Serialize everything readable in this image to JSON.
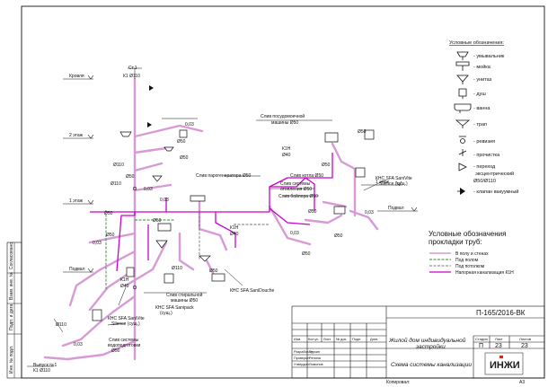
{
  "legend": {
    "title": "Условные обозначения:",
    "items": [
      {
        "label": "- умывальник",
        "icon": "washbasin-icon"
      },
      {
        "label": "- мойка",
        "icon": "sink-icon"
      },
      {
        "label": "- унитаз",
        "icon": "toilet-icon"
      },
      {
        "label": "- душ",
        "icon": "shower-icon"
      },
      {
        "label": "- ванна",
        "icon": "bathtub-icon"
      },
      {
        "label": "- трап",
        "icon": "floor-drain-icon"
      },
      {
        "label": "- ревизия",
        "icon": "revision-icon"
      },
      {
        "label": "- прочистка",
        "icon": "cleanout-icon"
      },
      {
        "label": "- переход",
        "icon": "transition-icon"
      },
      {
        "label": "эксцентрический",
        "icon": ""
      },
      {
        "label": "Ø50/Ø110",
        "icon": ""
      },
      {
        "label": "- клапан вакуумный",
        "icon": "vacuum-valve-icon"
      }
    ]
  },
  "pipe_legend": {
    "title1": "Условные обозначения",
    "title2": "прокладки труб:",
    "items": [
      {
        "label": "В полу и стенах",
        "color": "#d79ad7"
      },
      {
        "label": "Под полом",
        "color": "#2e8b2e"
      },
      {
        "label": "Под потолком",
        "color": "#777777"
      },
      {
        "label": "Напорная канализация К1Н",
        "color": "#cc00cc"
      }
    ]
  },
  "levels": [
    "Кровля",
    "2 этаж",
    "1 этаж",
    "Подвал"
  ],
  "levels_right": [
    "1 этаж",
    "Подвал"
  ],
  "riser": {
    "name": "Ст.1",
    "code": "К1 Ø110"
  },
  "outlet": {
    "name": "Выпуск №1",
    "code": "К1 Ø110"
  },
  "labels": {
    "dishwasher1": "Слив посудомоечной",
    "dishwasher2": "машины Ø50",
    "steam": "Слив парогенератора Ø50",
    "boiler1": "Слив котла Ø50",
    "boiler2": "Слив системы",
    "boiler3": "отопления Ø50",
    "boiler4": "Слив бойлера Ø50",
    "knsR1": "КНС SFA SaniVite",
    "knsR2": "Silence (сущ.)",
    "washing1": "Слив стиральной",
    "washing2": "машины Ø50",
    "knsM1": "КНС SFA Sanipack",
    "knsM2": "(сущ.)",
    "knsL1": "КНС SFA SaniVite",
    "knsL2": "Silence (сущ.)",
    "water1": "Слив системы",
    "water2": "водоподготовки",
    "water3": "Ø50",
    "knsD": "КНС SFA SaniDouche",
    "k1h": "К1Н",
    "d40": "Ø40",
    "d50": "Ø50",
    "d110": "Ø110",
    "slope": "0,03"
  },
  "side_stamp": [
    "Согласовано",
    "Взам. инв. №",
    "Подп. и дата",
    "Инв. № подл."
  ],
  "title_block": {
    "code": "П-165/2016-ВК",
    "object1": "Жилой дом индивидуальной",
    "object2": "застройки",
    "sheet_name": "Схема системы канализации",
    "stage_h": "Стадия",
    "sheet_h": "Лист",
    "sheets_h": "Листов",
    "stage": "П",
    "sheet": "23",
    "sheets": "23",
    "col_headers": [
      "Изм.",
      "Кол.уч",
      "Лист",
      "№ док.",
      "Подп.",
      "Дата"
    ],
    "roles": [
      {
        "role": "Разработал",
        "name": "Туркин"
      },
      {
        "role": "Проверил",
        "name": "Репина"
      },
      {
        "role": "Утвердил",
        "name": "Лимонов"
      }
    ],
    "logo": "ИНЖИ",
    "copied": "Копировал:",
    "format": "A3"
  }
}
